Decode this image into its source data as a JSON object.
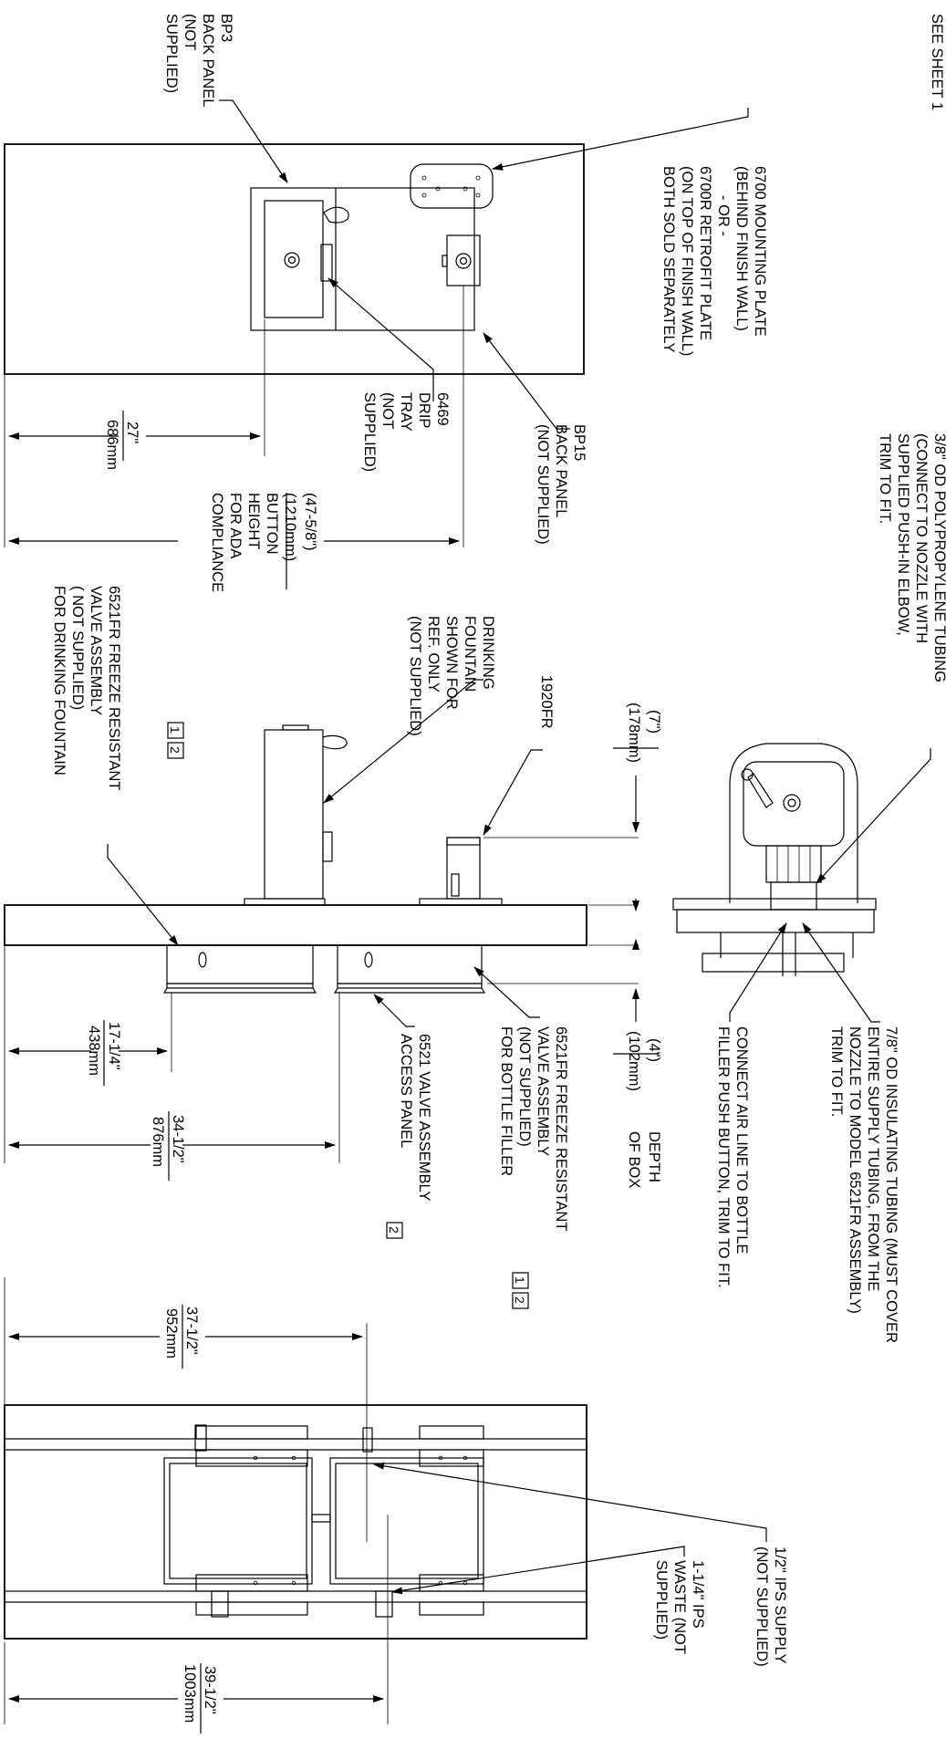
{
  "sheet_ref": "SEE SHEET 1",
  "labels": {
    "bp3": [
      "BP3",
      "BACK PANEL",
      "(NOT",
      "SUPPLIED)"
    ],
    "mounting_plate": [
      "6700 MOUNTING PLATE",
      "(BEHIND FINISH WALL)",
      "- OR -",
      "6700R RETROFIT PLATE",
      "(ON TOP OF FINISH WALL)",
      "BOTH SOLD SEPARATELY"
    ],
    "drip_tray": [
      "6469",
      "DRIP",
      "TRAY",
      "(NOT",
      "SUPPLIED)"
    ],
    "bp15": [
      "BP15",
      "BACK PANEL",
      "(NOT SUPPLIED)"
    ],
    "poly_tubing": [
      "3/8\" OD POLYPROPYLENE TUBING",
      "(CONNECT TO NOZZLE WITH",
      "SUPPLIED PUSH-IN ELBOW,",
      "TRIM TO FIT."
    ],
    "fountain": [
      "DRINKING",
      "FOUNTAIN",
      "SHOWN FOR",
      "REF. ONLY",
      "(NOT SUPPLIED)"
    ],
    "model_1920": "1920FR",
    "valve_fountain": [
      "6521FR FREEZE RESISTANT",
      "VALVE ASSEMBLY",
      "( NOT SUPPLIED)",
      "FOR DRINKING FOUNTAIN"
    ],
    "valve_bottle": [
      "6521FR FREEZE RESISTANT",
      "VALVE ASSEMBLY",
      "(NOT SUPPLIED)",
      "FOR BOTTLE FILLER"
    ],
    "access_panel": [
      "6521 VALVE ASSEMBLY",
      "ACCESS PANEL"
    ],
    "insulating": [
      "7/8\" OD INSULATING TUBING (MUST COVER",
      "ENTIRE SUPPLY TUBING, FROM THE",
      "NOZZLE TO MODEL 6521FR ASSEMBLY)",
      "TRIM TO FIT."
    ],
    "air_line": [
      "CONNECT AIR LINE TO BOTTLE",
      "FILLER PUSH BUTTON, TRIM TO FIT."
    ],
    "ips_supply": [
      "1/2\" IPS SUPPLY",
      "(NOT SUPPLIED)"
    ],
    "ips_waste": [
      "1-1/4\" IPS",
      "WASTE (NOT",
      "SUPPLIED)"
    ],
    "depth_of_box": [
      "DEPTH",
      "OF BOX"
    ],
    "button_height": [
      "BUTTON",
      "HEIGHT",
      "FOR ADA",
      "COMPLIANCE"
    ]
  },
  "notes": {
    "n1": "1",
    "n2": "2"
  },
  "dimensions": {
    "d27": [
      "27\"",
      "686mm"
    ],
    "d47": [
      "(47-5/8\")",
      "(1210mm)"
    ],
    "d7": [
      "(7\")",
      "(178mm)"
    ],
    "d4": [
      "(4\")",
      "(102mm)"
    ],
    "d17": [
      "17-1/4\"",
      "438mm"
    ],
    "d34": [
      "34-1/2\"",
      "876mm"
    ],
    "d37": [
      "37-1/2\"",
      "952mm"
    ],
    "d39": [
      "39-1/2\"",
      "1003mm"
    ]
  }
}
